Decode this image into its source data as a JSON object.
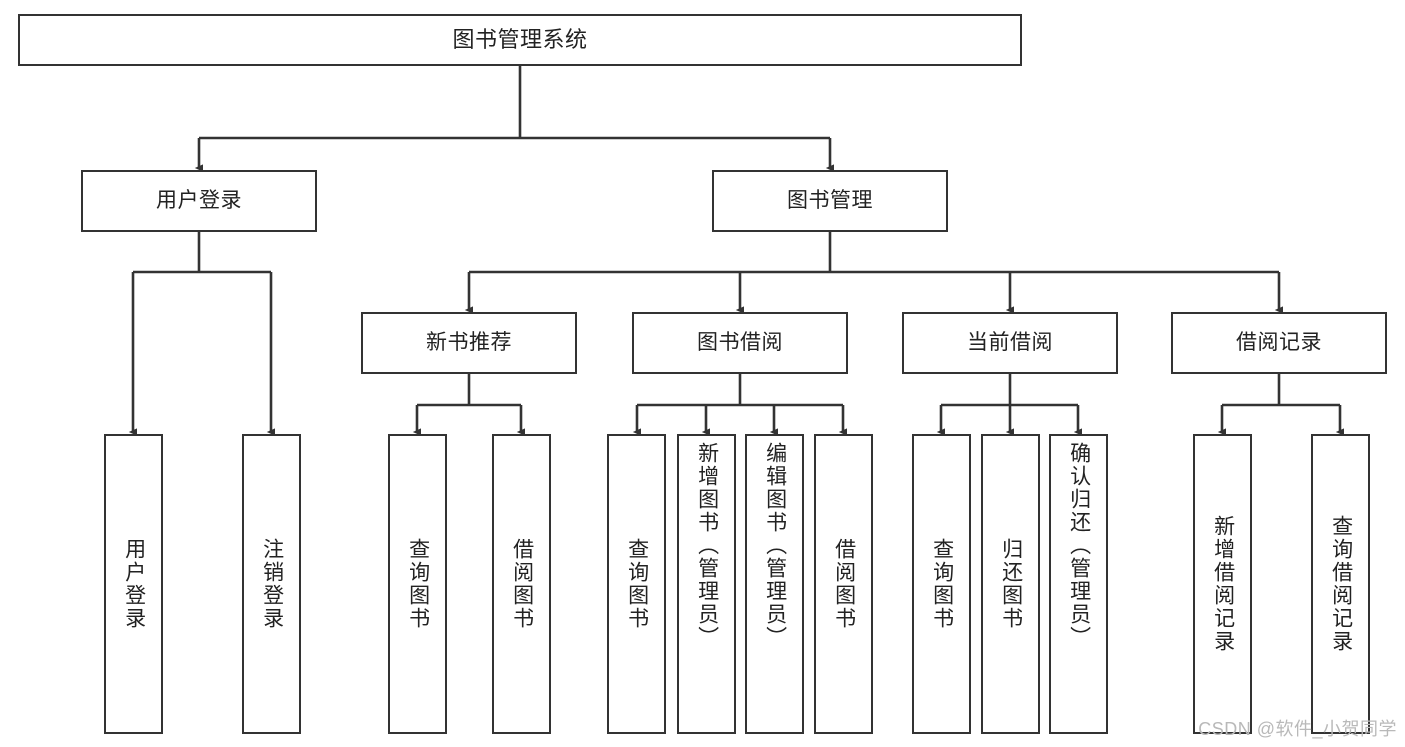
{
  "diagram": {
    "type": "tree-hierarchy",
    "title": "图书管理系统",
    "watermark": "CSDN @软件_小贺同学",
    "colors": {
      "stroke": "#333333",
      "fill": "#ffffff",
      "text": "#222222",
      "watermark": "#b9b9b9"
    },
    "root": {
      "id": "root",
      "label": "图书管理系统",
      "orientation": "horizontal"
    },
    "level2": [
      {
        "id": "user-login",
        "label": "用户登录",
        "orientation": "horizontal"
      },
      {
        "id": "book-management",
        "label": "图书管理",
        "orientation": "horizontal"
      }
    ],
    "level3": [
      {
        "id": "new-book-recommend",
        "label": "新书推荐",
        "orientation": "horizontal",
        "parent": "book-management"
      },
      {
        "id": "book-borrow",
        "label": "图书借阅",
        "orientation": "horizontal",
        "parent": "book-management"
      },
      {
        "id": "current-borrow",
        "label": "当前借阅",
        "orientation": "horizontal",
        "parent": "book-management"
      },
      {
        "id": "borrow-record",
        "label": "借阅记录",
        "orientation": "horizontal",
        "parent": "book-management"
      }
    ],
    "leaves": [
      {
        "id": "leaf-user-login",
        "label": "用户登录",
        "parent": "user-login"
      },
      {
        "id": "leaf-logout-login",
        "label": "注销登录",
        "parent": "user-login"
      },
      {
        "id": "leaf-query-book-1",
        "label": "查询图书",
        "parent": "new-book-recommend"
      },
      {
        "id": "leaf-borrow-book-1",
        "label": "借阅图书",
        "parent": "new-book-recommend"
      },
      {
        "id": "leaf-query-book-2",
        "label": "查询图书",
        "parent": "book-borrow"
      },
      {
        "id": "leaf-add-book",
        "label": "新增图书（管理员）",
        "parent": "book-borrow"
      },
      {
        "id": "leaf-edit-book",
        "label": "编辑图书（管理员）",
        "parent": "book-borrow"
      },
      {
        "id": "leaf-borrow-book-2",
        "label": "借阅图书",
        "parent": "book-borrow"
      },
      {
        "id": "leaf-query-book-3",
        "label": "查询图书",
        "parent": "current-borrow"
      },
      {
        "id": "leaf-return-book",
        "label": "归还图书",
        "parent": "current-borrow"
      },
      {
        "id": "leaf-confirm-return",
        "label": "确认归还（管理员）",
        "parent": "current-borrow"
      },
      {
        "id": "leaf-add-record",
        "label": "新增借阅记录",
        "parent": "borrow-record"
      },
      {
        "id": "leaf-query-record",
        "label": "查询借阅记录",
        "parent": "borrow-record"
      }
    ]
  }
}
